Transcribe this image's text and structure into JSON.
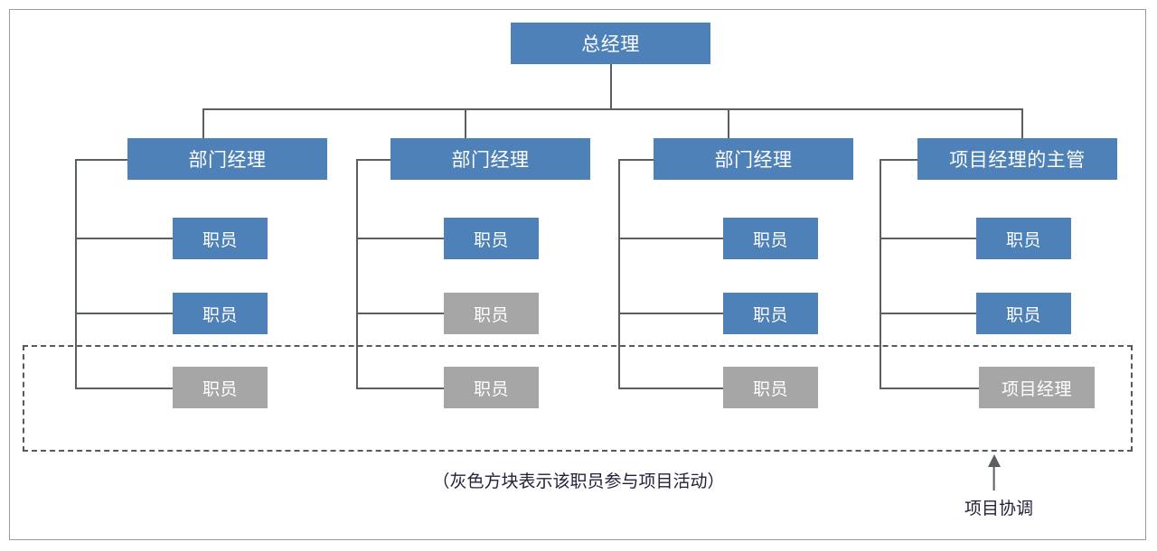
{
  "diagram": {
    "type": "organizational-chart",
    "title_node": {
      "label": "总经理",
      "color": "#4e81b8"
    },
    "palette": {
      "blue": "#4e81b8",
      "gray": "#a6a6a6",
      "line": "#5a5f63",
      "frame": "#9a9a9a",
      "dashed": "#555a5e",
      "text_dark": "#22223a",
      "text_light": "#ffffff"
    },
    "columns": [
      {
        "manager": {
          "label": "部门经理",
          "color": "#4e81b8"
        },
        "reports": [
          {
            "label": "职员",
            "color": "#4e81b8",
            "in_project": false
          },
          {
            "label": "职员",
            "color": "#4e81b8",
            "in_project": false
          },
          {
            "label": "职员",
            "color": "#a6a6a6",
            "in_project": true
          }
        ]
      },
      {
        "manager": {
          "label": "部门经理",
          "color": "#4e81b8"
        },
        "reports": [
          {
            "label": "职员",
            "color": "#4e81b8",
            "in_project": false
          },
          {
            "label": "职员",
            "color": "#a6a6a6",
            "in_project": true
          },
          {
            "label": "职员",
            "color": "#a6a6a6",
            "in_project": true
          }
        ]
      },
      {
        "manager": {
          "label": "部门经理",
          "color": "#4e81b8"
        },
        "reports": [
          {
            "label": "职员",
            "color": "#4e81b8",
            "in_project": false
          },
          {
            "label": "职员",
            "color": "#4e81b8",
            "in_project": false
          },
          {
            "label": "职员",
            "color": "#a6a6a6",
            "in_project": true
          }
        ]
      },
      {
        "manager": {
          "label": "项目经理的主管",
          "color": "#4e81b8"
        },
        "reports": [
          {
            "label": "职员",
            "color": "#4e81b8",
            "in_project": false
          },
          {
            "label": "职员",
            "color": "#4e81b8",
            "in_project": false
          },
          {
            "label": "项目经理",
            "color": "#a6a6a6",
            "in_project": true
          }
        ]
      }
    ],
    "legend_caption": "（灰色方块表示该职员参与项目活动）",
    "annotation": {
      "label": "项目协调",
      "points_to": "project-scope-box"
    }
  }
}
